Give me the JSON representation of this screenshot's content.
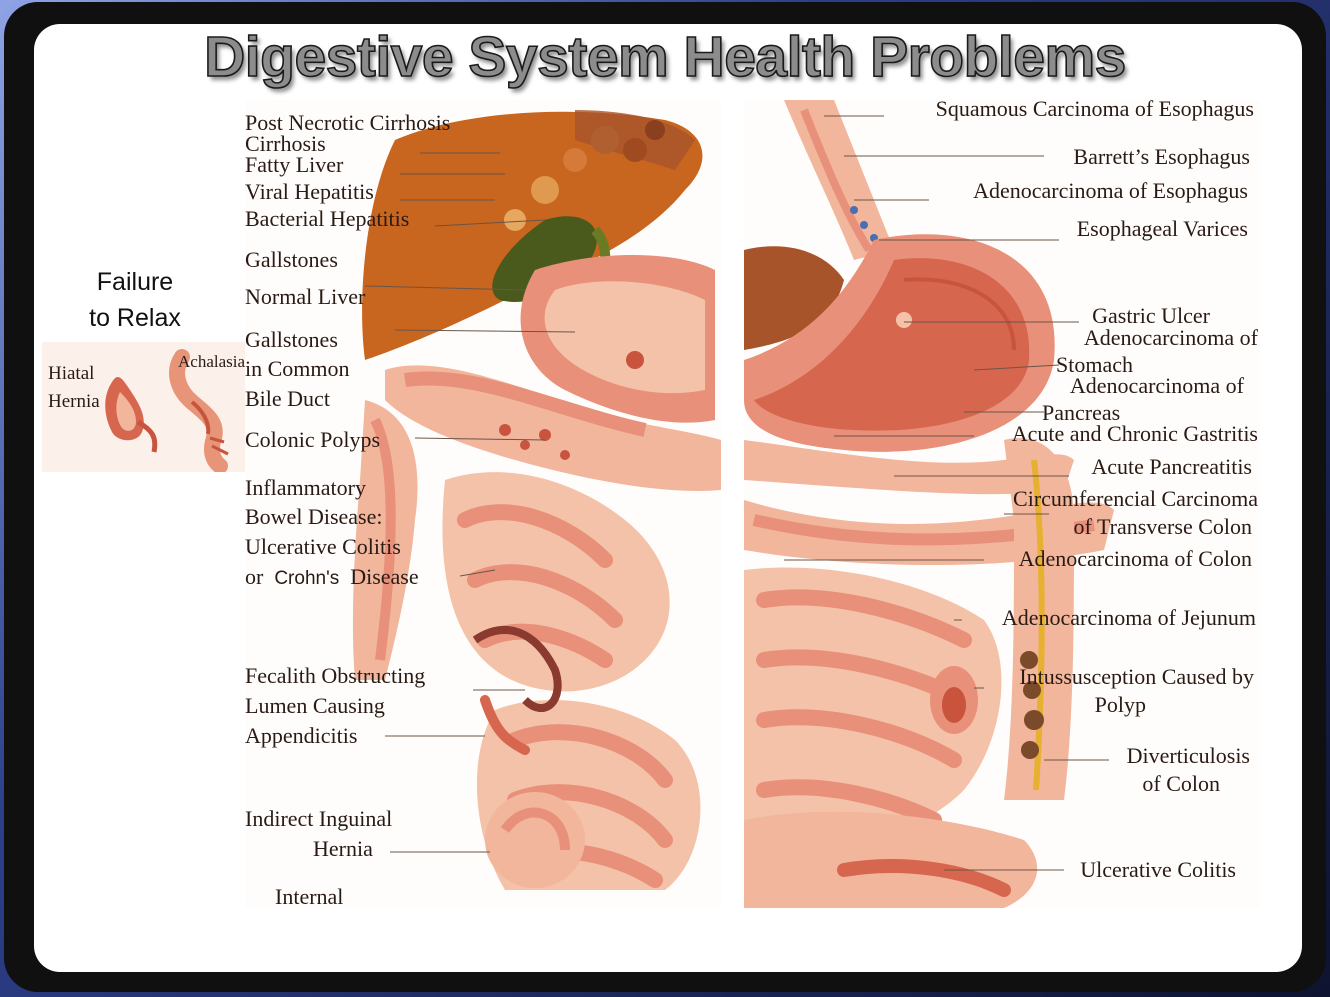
{
  "title": "Digestive System Health Problems",
  "inset": {
    "caption_line1": "Failure",
    "caption_line2": "to Relax",
    "hiatal_line1": "Hiatal",
    "hiatal_line2": "Hernia",
    "achalasia": "Achalasia"
  },
  "left_labels": {
    "post_necrotic": "Post Necrotic Cirrhosis",
    "cirrhosis": "Cirrhosis",
    "fatty_liver": "Fatty Liver",
    "viral_hepatitis": "Viral Hepatitis",
    "bacterial_hepatitis": "Bacterial Hepatitis",
    "gallstones": "Gallstones",
    "normal_liver": "Normal Liver",
    "gallstones_common_1": "Gallstones",
    "gallstones_common_2": "in Common",
    "gallstones_common_3": "Bile Duct",
    "colonic_polyps": "Colonic Polyps",
    "ibd_1": "Inflammatory",
    "ibd_2": "Bowel Disease:",
    "ibd_3": "Ulcerative Colitis",
    "ibd_4a": "or",
    "ibd_4b": "Crohn's",
    "ibd_4c": "Disease",
    "fecalith_1": "Fecalith Obstructing",
    "fecalith_2": "Lumen Causing",
    "fecalith_3": "Appendicitis",
    "hernia_1": "Indirect Inguinal",
    "hernia_2": "Hernia",
    "internal": "Internal"
  },
  "right_labels": {
    "squamous": "Squamous Carcinoma of Esophagus",
    "barretts": "Barrett’s Esophagus",
    "adeno_esophagus": "Adenocarcinoma of Esophagus",
    "varices": "Esophageal Varices",
    "gastric_ulcer": "Gastric Ulcer",
    "adeno_stomach_1": "Adenocarcinoma of",
    "adeno_stomach_2": "Stomach",
    "adeno_pancreas_1": "Adenocarcinoma of",
    "adeno_pancreas_2": "Pancreas",
    "gastritis": "Acute and Chronic Gastritis",
    "pancreatitis": "Acute Pancreatitis",
    "circum_1": "Circumferencial Carcinoma",
    "circum_2": "of Transverse Colon",
    "adeno_colon": "Adenocarcinoma of Colon",
    "adeno_jejunum": "Adenocarcinoma of Jejunum",
    "intuss_1": "Intussusception Caused by",
    "intuss_2": "Polyp",
    "divert_1": "Diverticulosis",
    "divert_2": "of Colon",
    "ulcerative": "Ulcerative Colitis"
  },
  "colors": {
    "tissue_light": "#f4c2a8",
    "tissue_mid": "#e8907a",
    "tissue_dark": "#c9543e",
    "liver": "#c8651e",
    "gallbladder": "#4a5a1c"
  }
}
